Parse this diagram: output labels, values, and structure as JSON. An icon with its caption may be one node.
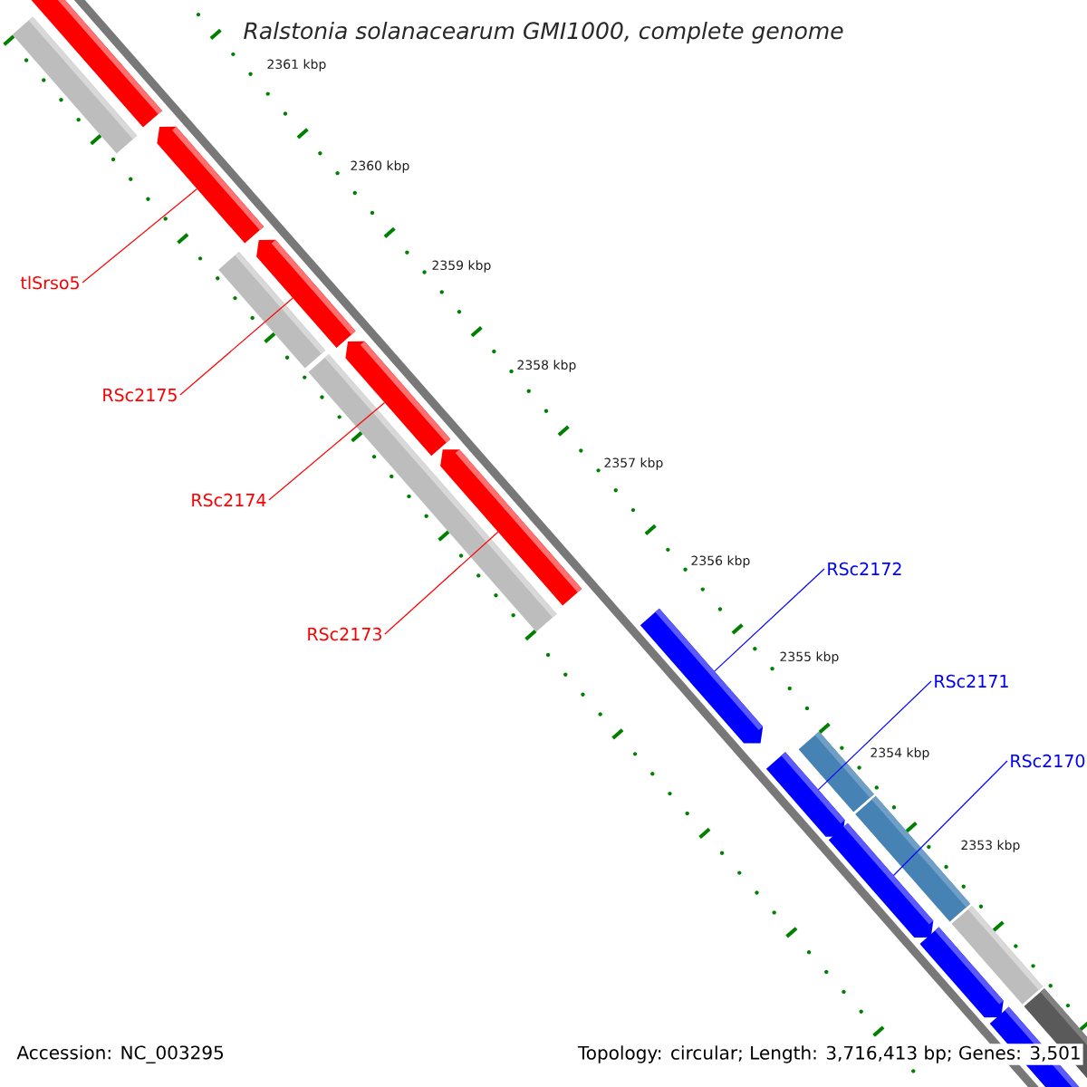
{
  "diagram": {
    "title": "Ralstonia solanacearum GMI1000, complete genome",
    "nodes": [
      {
        "text": [
          "tlSrso5"
        ]
      },
      {
        "text": [
          "RSc2175"
        ]
      },
      {
        "text": [
          "RSc2174"
        ]
      },
      {
        "text": [
          "RSc2173"
        ]
      },
      {
        "text": [
          "RSc2172"
        ]
      },
      {
        "text": [
          "RSc2171"
        ]
      },
      {
        "text": [
          "RSc2170"
        ]
      },
      {
        "text": [],
        "shape": "pentagon"
      },
      {
        "text": [],
        "shape": "bar"
      },
      {
        "text": [],
        "shape": "pentagon"
      },
      {
        "text": [],
        "shape": "bar"
      },
      {
        "text": [],
        "shape": "pentagon"
      },
      {
        "text": [],
        "shape": "bar"
      },
      {
        "text": [],
        "shape": "pentagon"
      },
      {
        "text": [],
        "shape": "pentagon"
      },
      {
        "text": [],
        "shape": "pentagon"
      },
      {
        "text": [],
        "shape": "pentagon"
      },
      {
        "text": [],
        "shape": "bar"
      },
      {
        "text": [],
        "shape": "pentagon"
      },
      {
        "text": [],
        "shape": "bar"
      },
      {
        "text": [],
        "shape": "pentagon"
      },
      {
        "text": [],
        "shape": "bar"
      },
      {
        "text": [],
        "shape": "pentagon"
      },
      {
        "text": [],
        "shape": "bar"
      }
    ],
    "edges": [
      {
        "from": 0,
        "to": 9,
        "arrow": "none",
        "color": "#ff0000"
      },
      {
        "from": 1,
        "to": 11,
        "arrow": "none",
        "color": "#ff0000"
      },
      {
        "from": 2,
        "to": 13,
        "arrow": "none",
        "color": "#ff0000"
      },
      {
        "from": 3,
        "to": 14,
        "arrow": "none",
        "color": "#ff0000"
      },
      {
        "from": 4,
        "to": 15,
        "arrow": "none",
        "color": "#0000ff"
      },
      {
        "from": 5,
        "to": 16,
        "arrow": "none",
        "color": "#0000ff"
      },
      {
        "from": 6,
        "to": 18,
        "arrow": "none",
        "color": "#0000ff"
      }
    ],
    "labels": [
      "2361 kbp",
      "2360 kbp",
      "2359 kbp",
      "2358 kbp",
      "2357 kbp",
      "2356 kbp",
      "2355 kbp",
      "2354 kbp",
      "2353 kbp",
      "Accession: NC_003295",
      "Topology: circular; Length: 3,716,413 bp; Genes: 3,501"
    ]
  }
}
